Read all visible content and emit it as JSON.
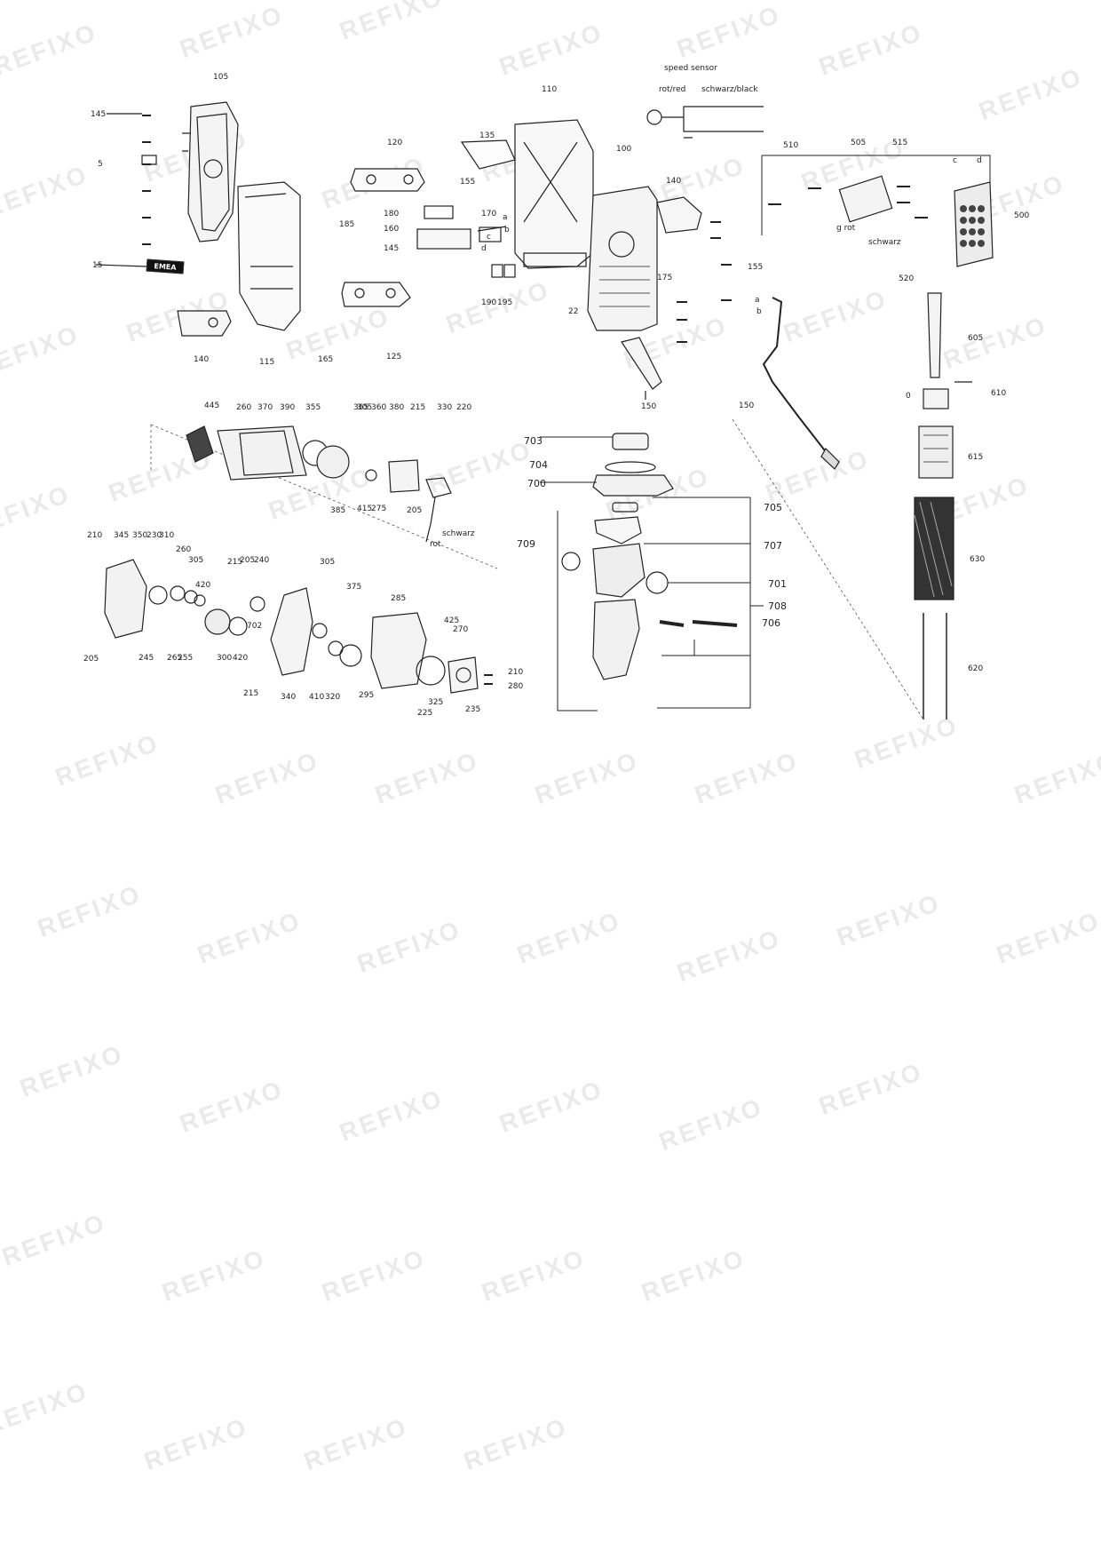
{
  "watermark": "REFIXO",
  "badge_text": "EMEA",
  "diagram": {
    "labels": [
      {
        "text": "105"
      },
      {
        "text": "145"
      },
      {
        "text": "5"
      },
      {
        "text": "15"
      },
      {
        "text": "140"
      },
      {
        "text": "115"
      },
      {
        "text": "185"
      },
      {
        "text": "165"
      },
      {
        "text": "125"
      },
      {
        "text": "120"
      },
      {
        "text": "110"
      },
      {
        "text": "135"
      },
      {
        "text": "155"
      },
      {
        "text": "180"
      },
      {
        "text": "160"
      },
      {
        "text": "145"
      },
      {
        "text": "170"
      },
      {
        "text": "a"
      },
      {
        "text": "b"
      },
      {
        "text": "c"
      },
      {
        "text": "d"
      },
      {
        "text": "190"
      },
      {
        "text": "195"
      },
      {
        "text": "100"
      },
      {
        "text": "22"
      },
      {
        "text": "140"
      },
      {
        "text": "175"
      },
      {
        "text": "150"
      },
      {
        "text": "155"
      },
      {
        "text": "150"
      },
      {
        "text": "510"
      },
      {
        "text": "505"
      },
      {
        "text": "515"
      },
      {
        "text": "c"
      },
      {
        "text": "d"
      },
      {
        "text": "500"
      },
      {
        "text": "520"
      },
      {
        "text": "a"
      },
      {
        "text": "b"
      },
      {
        "text": "605"
      },
      {
        "text": "0"
      },
      {
        "text": "615"
      },
      {
        "text": "610"
      },
      {
        "text": "630"
      },
      {
        "text": "620"
      },
      {
        "text": "445"
      },
      {
        "text": "260"
      },
      {
        "text": "370"
      },
      {
        "text": "390"
      },
      {
        "text": "355"
      },
      {
        "text": "365"
      },
      {
        "text": "305"
      },
      {
        "text": "360"
      },
      {
        "text": "380"
      },
      {
        "text": "215"
      },
      {
        "text": "330"
      },
      {
        "text": "220"
      },
      {
        "text": "385"
      },
      {
        "text": "415"
      },
      {
        "text": "275"
      },
      {
        "text": "205"
      },
      {
        "text": "210"
      },
      {
        "text": "345"
      },
      {
        "text": "350"
      },
      {
        "text": "230"
      },
      {
        "text": "310"
      },
      {
        "text": "260"
      },
      {
        "text": "305"
      },
      {
        "text": "215"
      },
      {
        "text": "205"
      },
      {
        "text": "240"
      },
      {
        "text": "420"
      },
      {
        "text": "305"
      },
      {
        "text": "375"
      },
      {
        "text": "285"
      },
      {
        "text": "425"
      },
      {
        "text": "270"
      },
      {
        "text": "205"
      },
      {
        "text": "245"
      },
      {
        "text": "265"
      },
      {
        "text": "255"
      },
      {
        "text": "300"
      },
      {
        "text": "420"
      },
      {
        "text": "215"
      },
      {
        "text": "340"
      },
      {
        "text": "410"
      },
      {
        "text": "320"
      },
      {
        "text": "295"
      },
      {
        "text": "325"
      },
      {
        "text": "225"
      },
      {
        "text": "235"
      },
      {
        "text": "210"
      },
      {
        "text": "280"
      },
      {
        "text": "702"
      },
      {
        "text": "703"
      },
      {
        "text": "704"
      },
      {
        "text": "700"
      },
      {
        "text": "709"
      },
      {
        "text": "705"
      },
      {
        "text": "707"
      },
      {
        "text": "701"
      },
      {
        "text": "708"
      },
      {
        "text": "706"
      }
    ],
    "notes": [
      {
        "text": "speed sensor"
      },
      {
        "text": "rot/red"
      },
      {
        "text": "schwarz/black"
      },
      {
        "text": "g rot"
      },
      {
        "text": "rot"
      },
      {
        "text": "schwarz"
      },
      {
        "text": "schwarz"
      }
    ]
  }
}
